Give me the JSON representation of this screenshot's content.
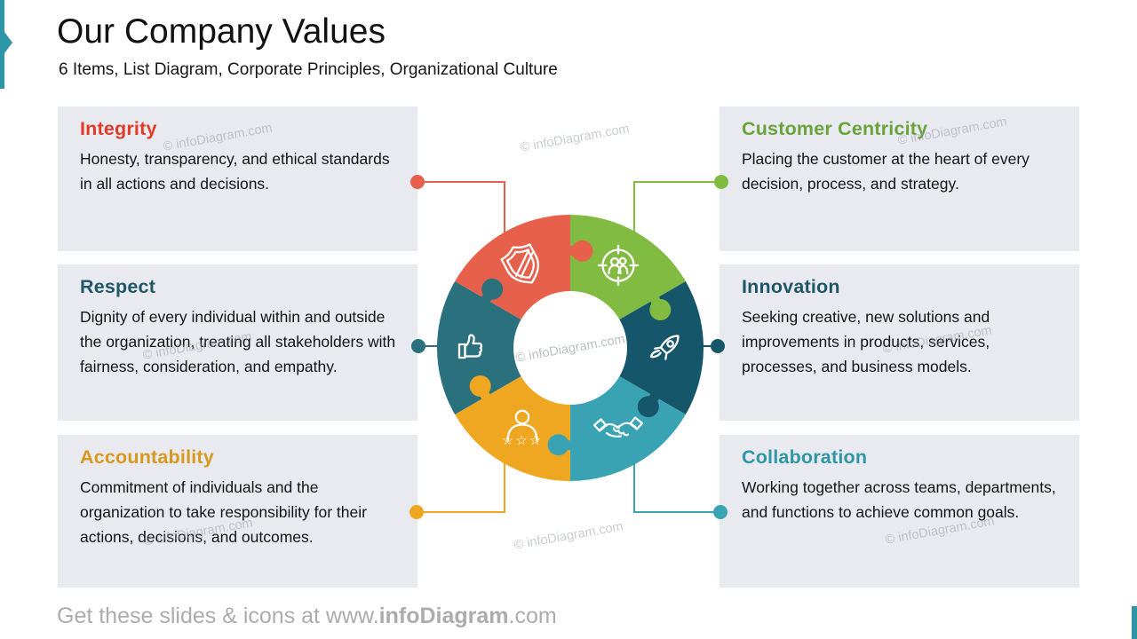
{
  "slide": {
    "title": "Our Company Values",
    "subtitle": "6 Items, List Diagram, Corporate Principles, Organizational Culture",
    "footer_prefix": "Get these slides & icons at www.",
    "footer_brand": "infoDiagram",
    "footer_suffix": ".com",
    "watermark": "© infoDiagram.com",
    "accent_color": "#2E96A6",
    "box_background": "#E8EAEF"
  },
  "values": [
    {
      "title": "Integrity",
      "description": "Honesty, transparency, and ethical standards in all actions and decisions.",
      "title_color": "#E23A28",
      "color": "#E7604C",
      "icon": "shield-icon"
    },
    {
      "title": "Respect",
      "description": "Dignity of every individual within and outside the organization, treating all stakeholders with fairness, consideration, and empathy.",
      "title_color": "#1F5766",
      "color": "#2B707D",
      "icon": "thumbs-up-icon"
    },
    {
      "title": "Accountability",
      "description": "Commitment of individuals and the organization to take responsibility for their actions, decisions, and outcomes.",
      "title_color": "#D8981E",
      "color": "#EFA621",
      "icon": "person-stars-icon"
    },
    {
      "title": "Customer Centricity",
      "description": "Placing the customer at the heart of every decision, process, and strategy.",
      "title_color": "#6AA23B",
      "color": "#82BB42",
      "icon": "target-people-icon"
    },
    {
      "title": "Innovation",
      "description": "Seeking creative, new solutions and improvements in products, services, processes, and business models.",
      "title_color": "#1F5766",
      "color": "#16566A",
      "icon": "rocket-icon"
    },
    {
      "title": "Collaboration",
      "description": "Working together across teams, departments, and functions to achieve common goals.",
      "title_color": "#2E96A5",
      "color": "#3AA3B3",
      "icon": "handshake-icon"
    }
  ],
  "accountability_stars": "☆☆☆"
}
